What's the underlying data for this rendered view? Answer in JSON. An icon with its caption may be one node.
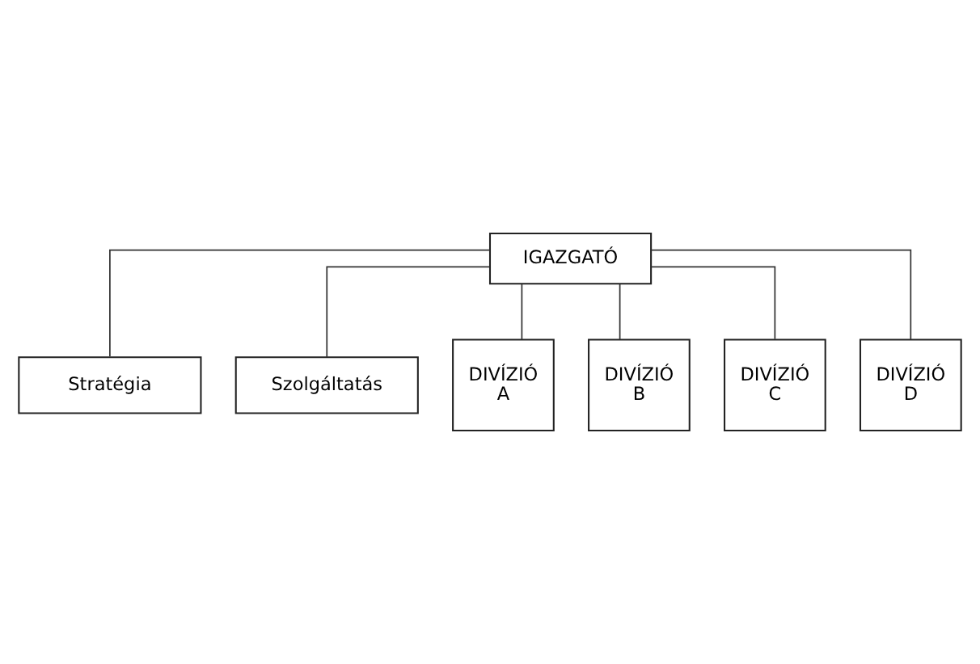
{
  "diagram": {
    "nodes": [
      {
        "text": [
          "IGAZGATÓ"
        ]
      },
      {
        "text": [
          "Stratégia"
        ]
      },
      {
        "text": [
          "Szolgáltatás"
        ]
      },
      {
        "text": [
          "DIVÍZIÓ A"
        ]
      },
      {
        "text": [
          "DIVÍZIÓ B"
        ]
      },
      {
        "text": [
          "DIVÍZIÓ C"
        ]
      },
      {
        "text": [
          "DIVÍZIÓ D"
        ]
      }
    ],
    "edges": [
      {
        "from": 0,
        "to": 1,
        "arrow": "none"
      },
      {
        "from": 0,
        "to": 2,
        "arrow": "none"
      },
      {
        "from": 0,
        "to": 3,
        "arrow": "none"
      },
      {
        "from": 0,
        "to": 4,
        "arrow": "none"
      },
      {
        "from": 0,
        "to": 5,
        "arrow": "none"
      },
      {
        "from": 0,
        "to": 6,
        "arrow": "none"
      }
    ]
  }
}
